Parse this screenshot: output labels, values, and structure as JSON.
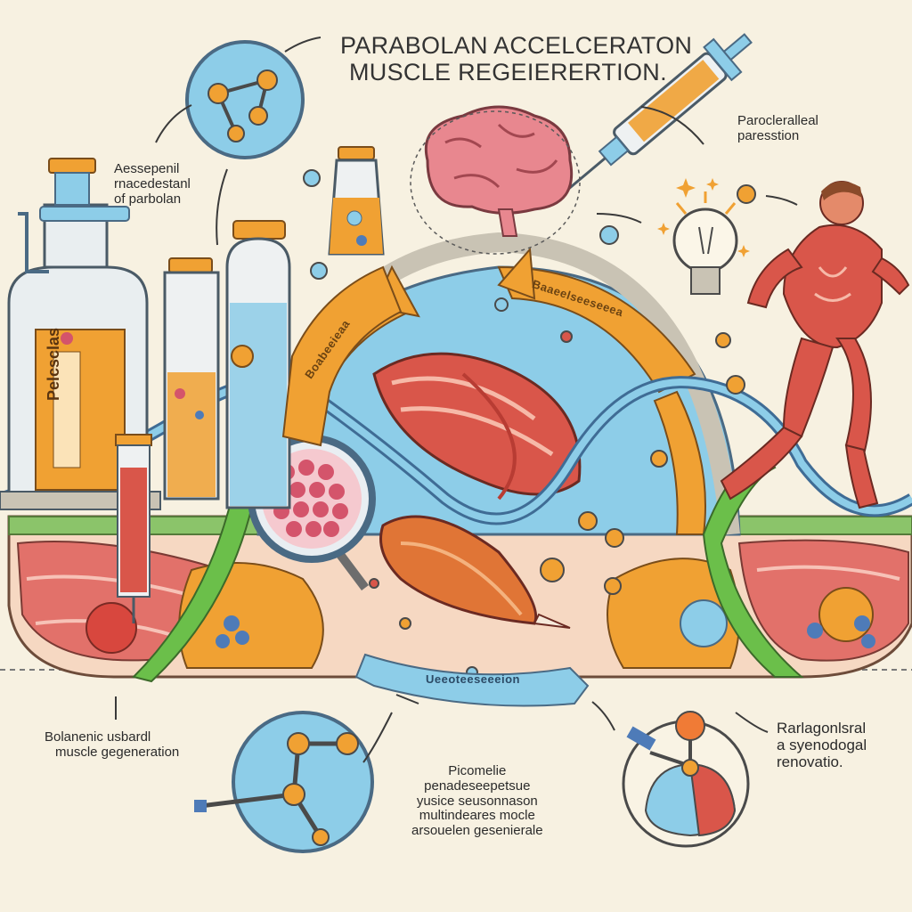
{
  "title": {
    "line1": "PARABOLAN ACCELCERATON",
    "line2": "MUSCLE REGEIERERTION."
  },
  "labels": {
    "top_right": [
      "Parocleralleal",
      "paresstion"
    ],
    "top_left": [
      "Aessepenil",
      "rnacedestanl",
      "of parbolan"
    ],
    "bottom_left": [
      "Bolanenic usbardl",
      "muscle gegeneration"
    ],
    "bottom_center": [
      "Picomelie",
      "penadeseepetsue",
      "yusice seusonnason",
      "multindeares mocle",
      "arsouelen gesenierale"
    ],
    "bottom_right": [
      "Rarlagonlsral",
      "a syenodogal",
      "renovatio."
    ]
  },
  "vial_label": "Pelcsclas",
  "banners": {
    "left": "Boabeeieaa",
    "top_right": "Baaeelseeseeea",
    "bottom": "Ueeoteeseeeion"
  },
  "colors": {
    "background": "#f7f1e1",
    "muscle": "#d9564a",
    "orange": "#f0a133",
    "blue": "#8dcde8",
    "green": "#6bbf4a"
  }
}
